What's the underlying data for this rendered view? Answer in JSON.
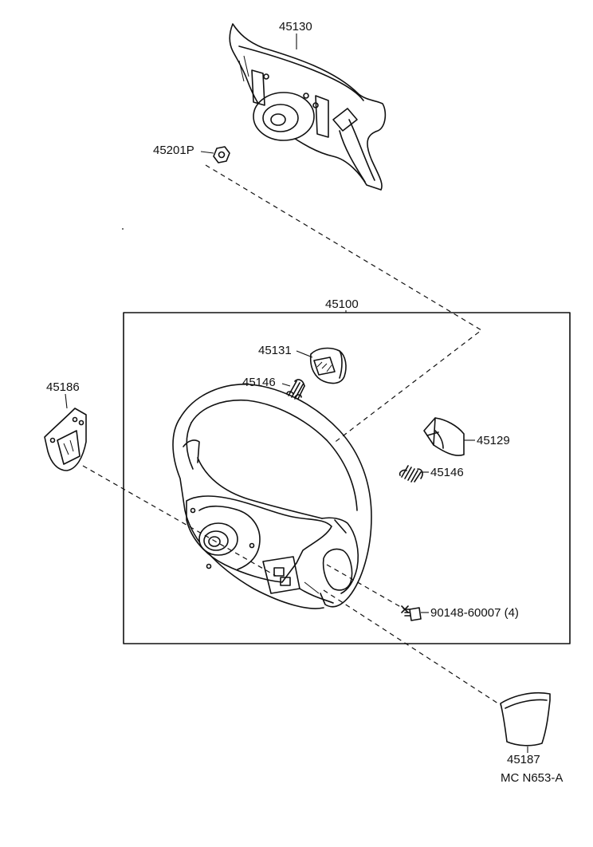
{
  "parts": {
    "airbag_pad": "45130",
    "nut": "45201P",
    "wheel_assembly": "45100",
    "cover_upper": "45131",
    "spring_left": "45146",
    "cover_left": "45186",
    "cover_right": "45129",
    "spring_right": "45146",
    "screw": "90148-60007 (4)",
    "cover_lower": "45187"
  },
  "diagram_code": "MC N653-A"
}
